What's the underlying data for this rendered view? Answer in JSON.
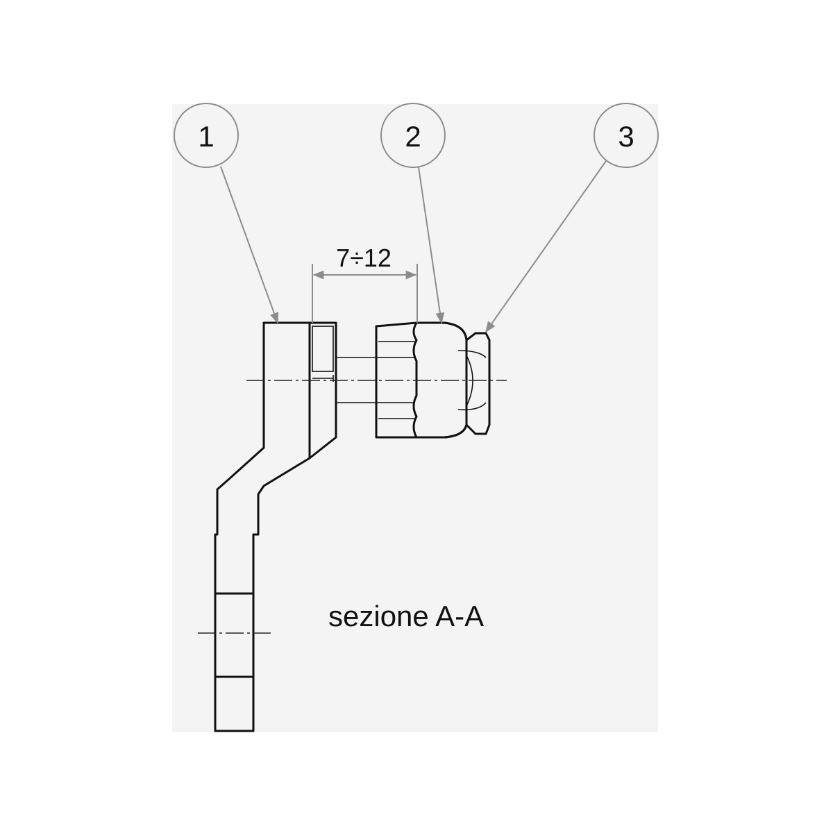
{
  "diagram": {
    "balloons": [
      {
        "label": "1"
      },
      {
        "label": "2"
      },
      {
        "label": "3"
      }
    ],
    "dimension": {
      "text": "7÷12"
    },
    "caption": "sezione A-A"
  }
}
